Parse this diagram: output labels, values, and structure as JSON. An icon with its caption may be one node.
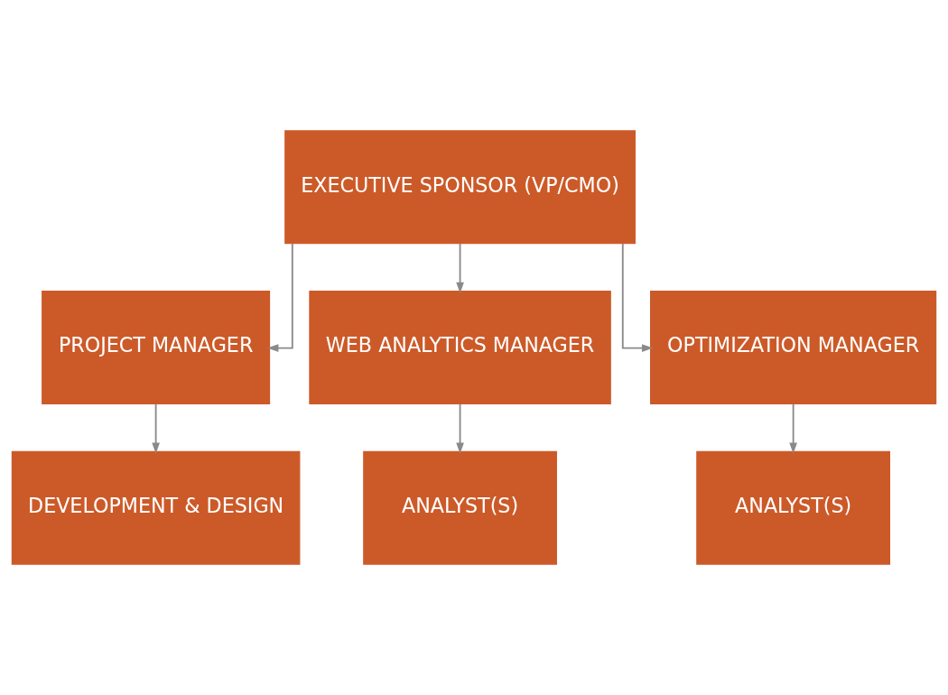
{
  "diagram": {
    "nodes": [
      {
        "text": [
          "EXECUTIVE SPONSOR (VP/CMO)"
        ]
      },
      {
        "text": [
          "PROJECT MANAGER"
        ]
      },
      {
        "text": [
          "DEVELOPMENT & DESIGN"
        ]
      },
      {
        "text": [
          "WEB ANALYTICS MANAGER"
        ]
      },
      {
        "text": [
          "OPTIMIZATION MANAGER"
        ]
      },
      {
        "text": [
          "ANALYST(S)"
        ]
      },
      {
        "text": [
          "ANALYST(S)"
        ]
      }
    ],
    "edges": [
      {
        "from": 0,
        "to": 1,
        "arrow": "to"
      },
      {
        "from": 1,
        "to": 2,
        "arrow": "to"
      },
      {
        "from": 0,
        "to": 3,
        "arrow": "to"
      },
      {
        "from": 0,
        "to": 4,
        "arrow": "to"
      },
      {
        "from": 3,
        "to": 5,
        "arrow": "to"
      },
      {
        "from": 4,
        "to": 6,
        "arrow": "to"
      }
    ]
  }
}
